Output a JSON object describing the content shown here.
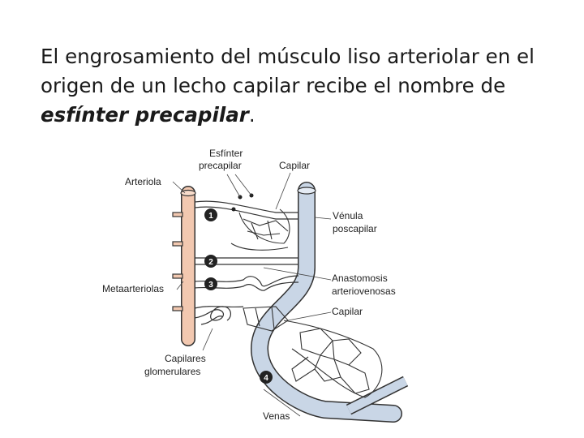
{
  "slide": {
    "text_main": "El engrosamiento del músculo liso arteriolar en el origen de un lecho capilar recibe el nombre de",
    "text_emphasis": "esfínter precapilar",
    "text_end": "."
  },
  "diagram": {
    "labels": {
      "esfinter_line1": "Esfínter",
      "esfinter_line2": "precapilar",
      "capilar_top": "Capilar",
      "arteriola": "Arteriola",
      "venula_line1": "Vénula",
      "venula_line2": "poscapilar",
      "metaarteriolas": "Metaarteriolas",
      "anastomosis_line1": "Anastomosis",
      "anastomosis_line2": "arteriovenosas",
      "capilar_lower": "Capilar",
      "glomerulares_line1": "Capilares",
      "glomerulares_line2": "glomerulares",
      "venas": "Venas"
    },
    "markers": [
      "1",
      "2",
      "3",
      "4"
    ],
    "colors": {
      "artery": "#f2c8b0",
      "vein": "#c9d6e6",
      "outline": "#333333"
    }
  }
}
